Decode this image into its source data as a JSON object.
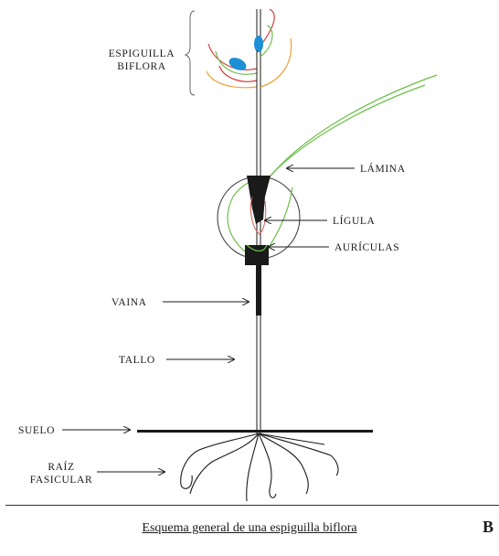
{
  "labels": {
    "spikelet_line1": "ESPIGUILLA",
    "spikelet_line2": "BIFLORA",
    "blade": "LÁMINA",
    "ligule": "LÍGULA",
    "auricles": "AURÍCULAS",
    "sheath": "VAINA",
    "stem": "TALLO",
    "soil": "SUELO",
    "root_line1": "RAÍZ",
    "root_line2": "FASICULAR"
  },
  "caption": "Esquema general de una espiguilla biflora",
  "panel_letter": "B",
  "colors": {
    "ink": "#1a1a1a",
    "leaf_green": "#6cbf4a",
    "floret_blue": "#1c8fd6",
    "glume_red": "#d63b3b",
    "glume_orange": "#f0a030",
    "ligule_red": "#e0584a"
  }
}
